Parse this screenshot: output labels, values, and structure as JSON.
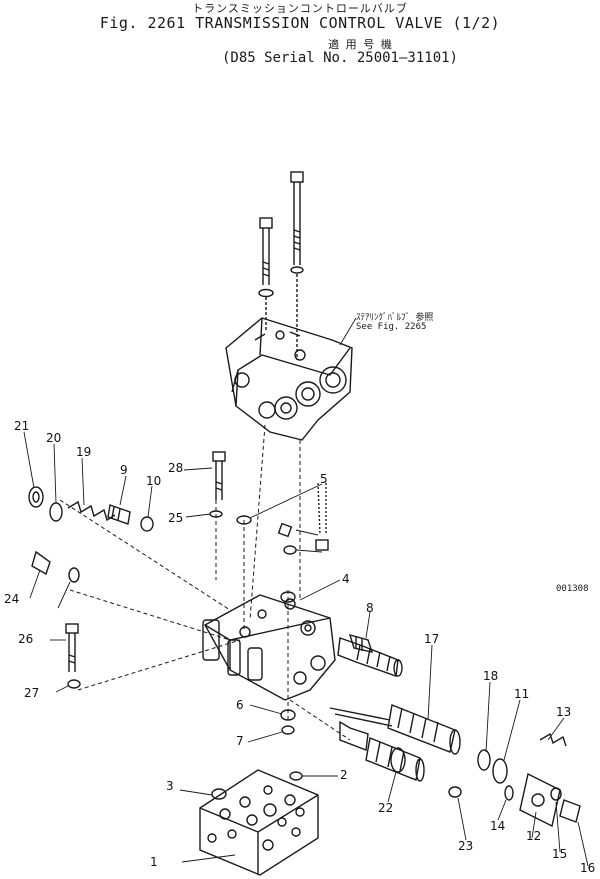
{
  "header": {
    "jp_title": "トランスミッションコントロールバルブ",
    "title": "Fig. 2261 TRANSMISSION CONTROL VALVE (1/2)",
    "applicability_jp": "適 用 号 機",
    "serial": "(D85 Serial No. 25001—31101)"
  },
  "crossref": {
    "jp": "ｽﾃｱﾘﾝｸﾞﾊﾞﾙﾌﾞ 参照",
    "en": "See Fig. 2265"
  },
  "drawing_code": "001308",
  "callouts": [
    "1",
    "2",
    "3",
    "4",
    "5",
    "6",
    "7",
    "8",
    "9",
    "10",
    "11",
    "12",
    "13",
    "14",
    "15",
    "16",
    "17",
    "18",
    "19",
    "20",
    "21",
    "22",
    "23",
    "24",
    "25",
    "26",
    "27",
    "28"
  ]
}
